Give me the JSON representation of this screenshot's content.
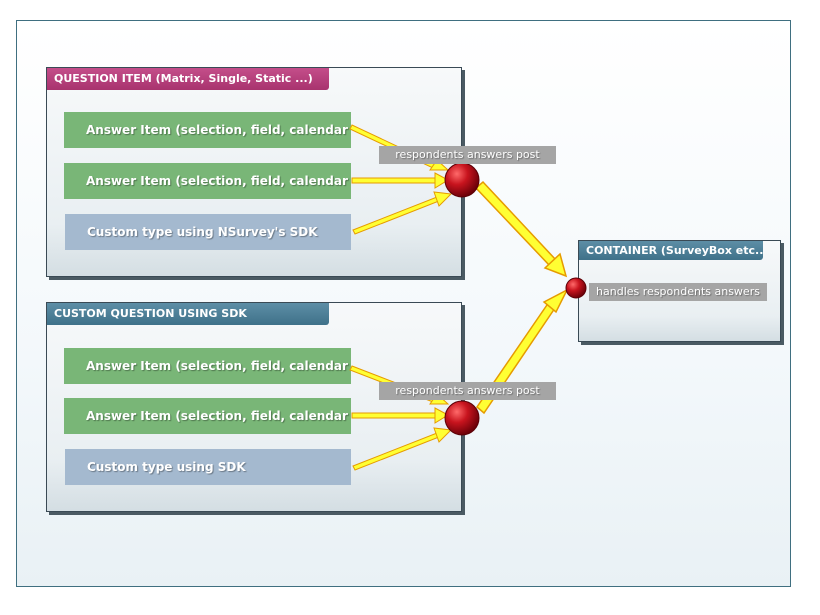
{
  "colors": {
    "frame": "#3f6f80",
    "magenta_title": "#b23f7c",
    "steel_title": "#4e7f97",
    "answer_item": "#79b677",
    "custom_item": "#a4b9cf",
    "post_label": "#a5a5a5",
    "arrow_fill": "#ffff33",
    "arrow_stroke": "#e69b00",
    "node": "#b3141e"
  },
  "question_item": {
    "title": "QUESTION ITEM (Matrix, Single, Static ...)",
    "items": [
      "Answer Item (selection, field, calendar ...)",
      "Answer Item (selection, field, calendar ...)",
      "Custom type using NSurvey's SDK"
    ],
    "post_label": "respondents answers post"
  },
  "custom_question": {
    "title": "CUSTOM QUESTION USING SDK",
    "items": [
      "Answer Item (selection, field, calendar ...)",
      "Answer Item (selection, field, calendar ...)",
      "Custom type using SDK"
    ],
    "post_label": "respondents answers post"
  },
  "container": {
    "title": "CONTAINER (SurveyBox etc...)",
    "label": "handles respondents answers"
  },
  "icons": {
    "node": "red-sphere",
    "connector": "yellow-arrow"
  }
}
